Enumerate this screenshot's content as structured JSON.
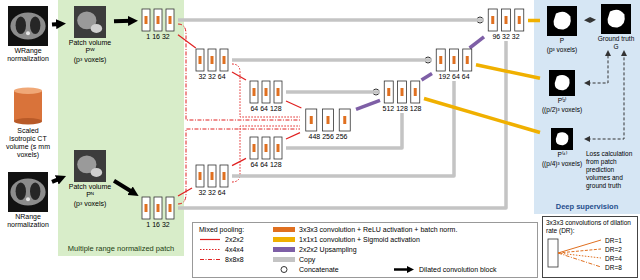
{
  "diagram": {
    "nodes": [
      {
        "text": [
          "WRange normalization"
        ]
      },
      {
        "text": [
          "Scaled isotropic CT volume (s mm voxels)"
        ]
      },
      {
        "text": [
          "NRange normalization"
        ]
      },
      {
        "text": [
          "Multiple range normalized patch"
        ]
      },
      {
        "text": [
          "Patch volume Pᵂ",
          "(p³ voxels)"
        ],
        "in": 3
      },
      {
        "text": [
          "Patch volume Pᴺ",
          "(p³ voxels)"
        ],
        "in": 3
      },
      {
        "text": [
          "1 16 32"
        ]
      },
      {
        "text": [
          "32 32 64"
        ]
      },
      {
        "text": [
          "64 64 128"
        ]
      },
      {
        "text": [
          "1 16 32"
        ]
      },
      {
        "text": [
          "32 32 64"
        ]
      },
      {
        "text": [
          "64 64 128"
        ]
      },
      {
        "text": [
          "448 256 256"
        ]
      },
      {
        "text": [
          "512 128 128"
        ]
      },
      {
        "text": [
          "192 64 64"
        ]
      },
      {
        "text": [
          "96 32 32"
        ]
      },
      {
        "text": [
          "Loss calculation from patch prediction volumes and ground truth",
          "Deep supervision"
        ]
      },
      {
        "text": [
          "P",
          "(p³ voxels)"
        ],
        "in": 16
      },
      {
        "text": [
          "P⁽²⁾",
          "((p/2)³ voxels)"
        ],
        "in": 16
      },
      {
        "text": [
          "P⁽⁴⁾",
          "((p/4)³ voxels)"
        ],
        "in": 16
      },
      {
        "text": [
          "Ground truth G"
        ],
        "in": 16
      },
      {
        "text": [
          "3x3x3 convolutions of dilation rate (DR):"
        ]
      }
    ],
    "edges": [
      {
        "from": 0,
        "to": 4,
        "arrow": "to"
      },
      {
        "from": 2,
        "to": 5,
        "arrow": "to"
      },
      {
        "from": 4,
        "to": 6,
        "arrow": "to"
      },
      {
        "from": 5,
        "to": 9,
        "arrow": "to"
      },
      {
        "from": 6,
        "to": 7,
        "arrow": "none"
      },
      {
        "from": 7,
        "to": 8,
        "arrow": "none"
      },
      {
        "from": 8,
        "to": 12,
        "arrow": "none"
      },
      {
        "from": 9,
        "to": 10,
        "arrow": "none"
      },
      {
        "from": 10,
        "to": 11,
        "arrow": "none"
      },
      {
        "from": 11,
        "to": 12,
        "arrow": "none"
      },
      {
        "from": 12,
        "to": 13,
        "arrow": "none"
      },
      {
        "from": 13,
        "to": 14,
        "arrow": "none"
      },
      {
        "from": 14,
        "to": 15,
        "arrow": "none"
      },
      {
        "from": 6,
        "to": 15,
        "arrow": "none"
      },
      {
        "from": 7,
        "to": 14,
        "arrow": "none"
      },
      {
        "from": 8,
        "to": 13,
        "arrow": "none"
      },
      {
        "from": 9,
        "to": 15,
        "arrow": "none"
      },
      {
        "from": 10,
        "to": 14,
        "arrow": "none"
      },
      {
        "from": 11,
        "to": 13,
        "arrow": "none"
      },
      {
        "from": 15,
        "to": 17,
        "arrow": "none"
      },
      {
        "from": 14,
        "to": 18,
        "arrow": "none"
      },
      {
        "from": 13,
        "to": 19,
        "arrow": "none"
      },
      {
        "from": 17,
        "to": 20,
        "arrow": "both"
      },
      {
        "from": 18,
        "to": 20,
        "arrow": "both"
      },
      {
        "from": 19,
        "to": 20,
        "arrow": "both"
      }
    ],
    "labels": [
      "Mixed pooling:",
      "DR=1",
      "DR=2",
      "DR=4",
      "DR=8"
    ],
    "legend": [
      {
        "text": "2x2x2"
      },
      {
        "text": "4x4x4"
      },
      {
        "text": "8x8x8"
      },
      {
        "text": "3x3x3 convolution + ReLU activation + batch norm.",
        "color": "#e07020"
      },
      {
        "text": "1x1x1 convolution + Sigmoid activation",
        "color": "#f0b000"
      },
      {
        "text": "2x2x2 Upsampling",
        "color": "#7e5fa6"
      },
      {
        "text": "Copy",
        "color": "#c4c4c4"
      },
      {
        "text": "Concatenate"
      },
      {
        "text": "Dilated convolution block"
      }
    ]
  }
}
